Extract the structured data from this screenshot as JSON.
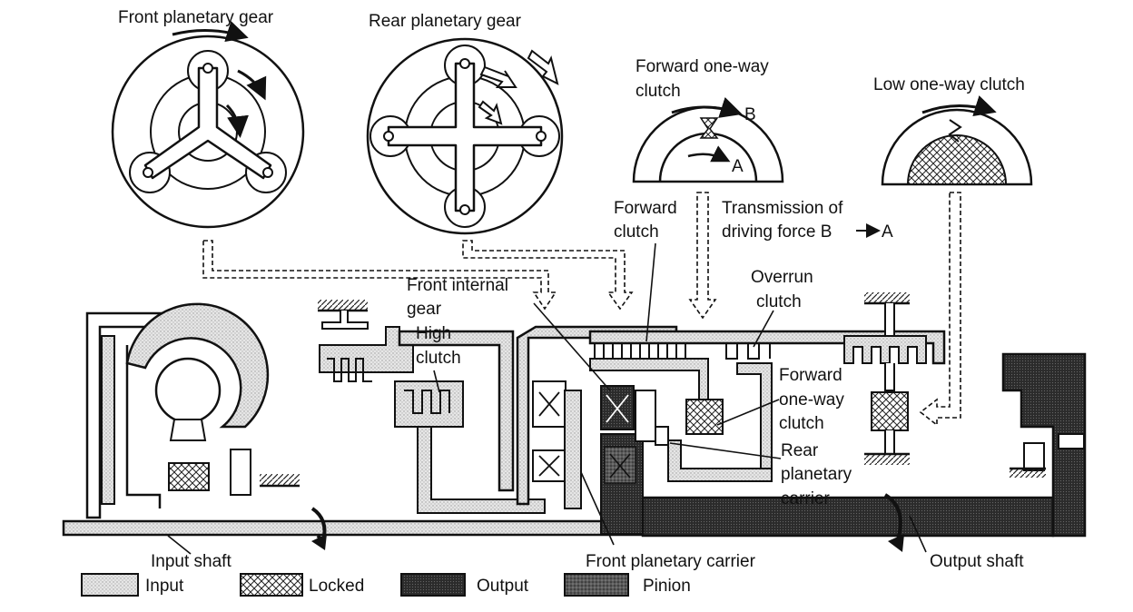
{
  "top": {
    "front_planetary": "Front planetary gear",
    "rear_planetary": "Rear planetary gear",
    "forward_owc_line1": "Forward one-way",
    "forward_owc_line2": "clutch",
    "mark_a": "A",
    "mark_b": "B",
    "low_owc": "Low one-way clutch",
    "transmission_line1": "Transmission of",
    "transmission_line2": "driving force B",
    "transmission_arrow_target": "A"
  },
  "labels": {
    "forward_clutch_line1": "Forward",
    "forward_clutch_line2": "clutch",
    "front_internal_line1": "Front internal",
    "front_internal_line2": "gear",
    "high_clutch_line1": "High",
    "high_clutch_line2": "clutch",
    "overrun_line1": "Overrun",
    "overrun_line2": "clutch",
    "fowc_line1": "Forward",
    "fowc_line2": "one-way",
    "fowc_line3": "clutch",
    "rear_carrier_line1": "Rear",
    "rear_carrier_line2": "planetary",
    "rear_carrier_line3": "carrier",
    "input_shaft": "Input shaft",
    "front_carrier": "Front planetary carrier",
    "output_shaft": "Output shaft"
  },
  "legend": [
    {
      "label": "Input",
      "swatch": "input"
    },
    {
      "label": "Locked",
      "swatch": "locked"
    },
    {
      "label": "Output",
      "swatch": "output"
    },
    {
      "label": "Pinion",
      "swatch": "pinion"
    }
  ]
}
